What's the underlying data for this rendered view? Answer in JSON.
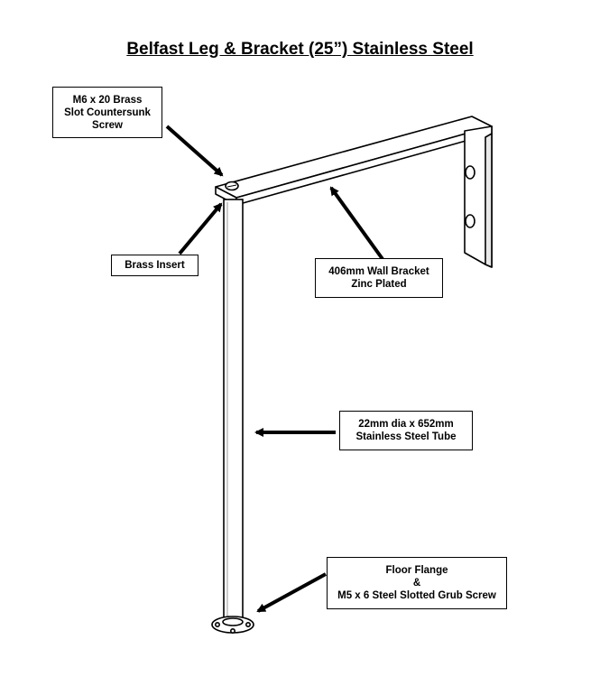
{
  "title": "Belfast Leg & Bracket (25”) Stainless Steel",
  "labels": {
    "screw": [
      "M6 x 20 Brass",
      "Slot Countersunk",
      "Screw"
    ],
    "insert": [
      "Brass Insert"
    ],
    "bracket": [
      "406mm Wall Bracket",
      "Zinc Plated"
    ],
    "tube": [
      "22mm dia x 652mm",
      "Stainless Steel Tube"
    ],
    "flange": [
      "Floor Flange",
      "&",
      "M5 x 6 Steel Slotted Grub Screw"
    ]
  }
}
